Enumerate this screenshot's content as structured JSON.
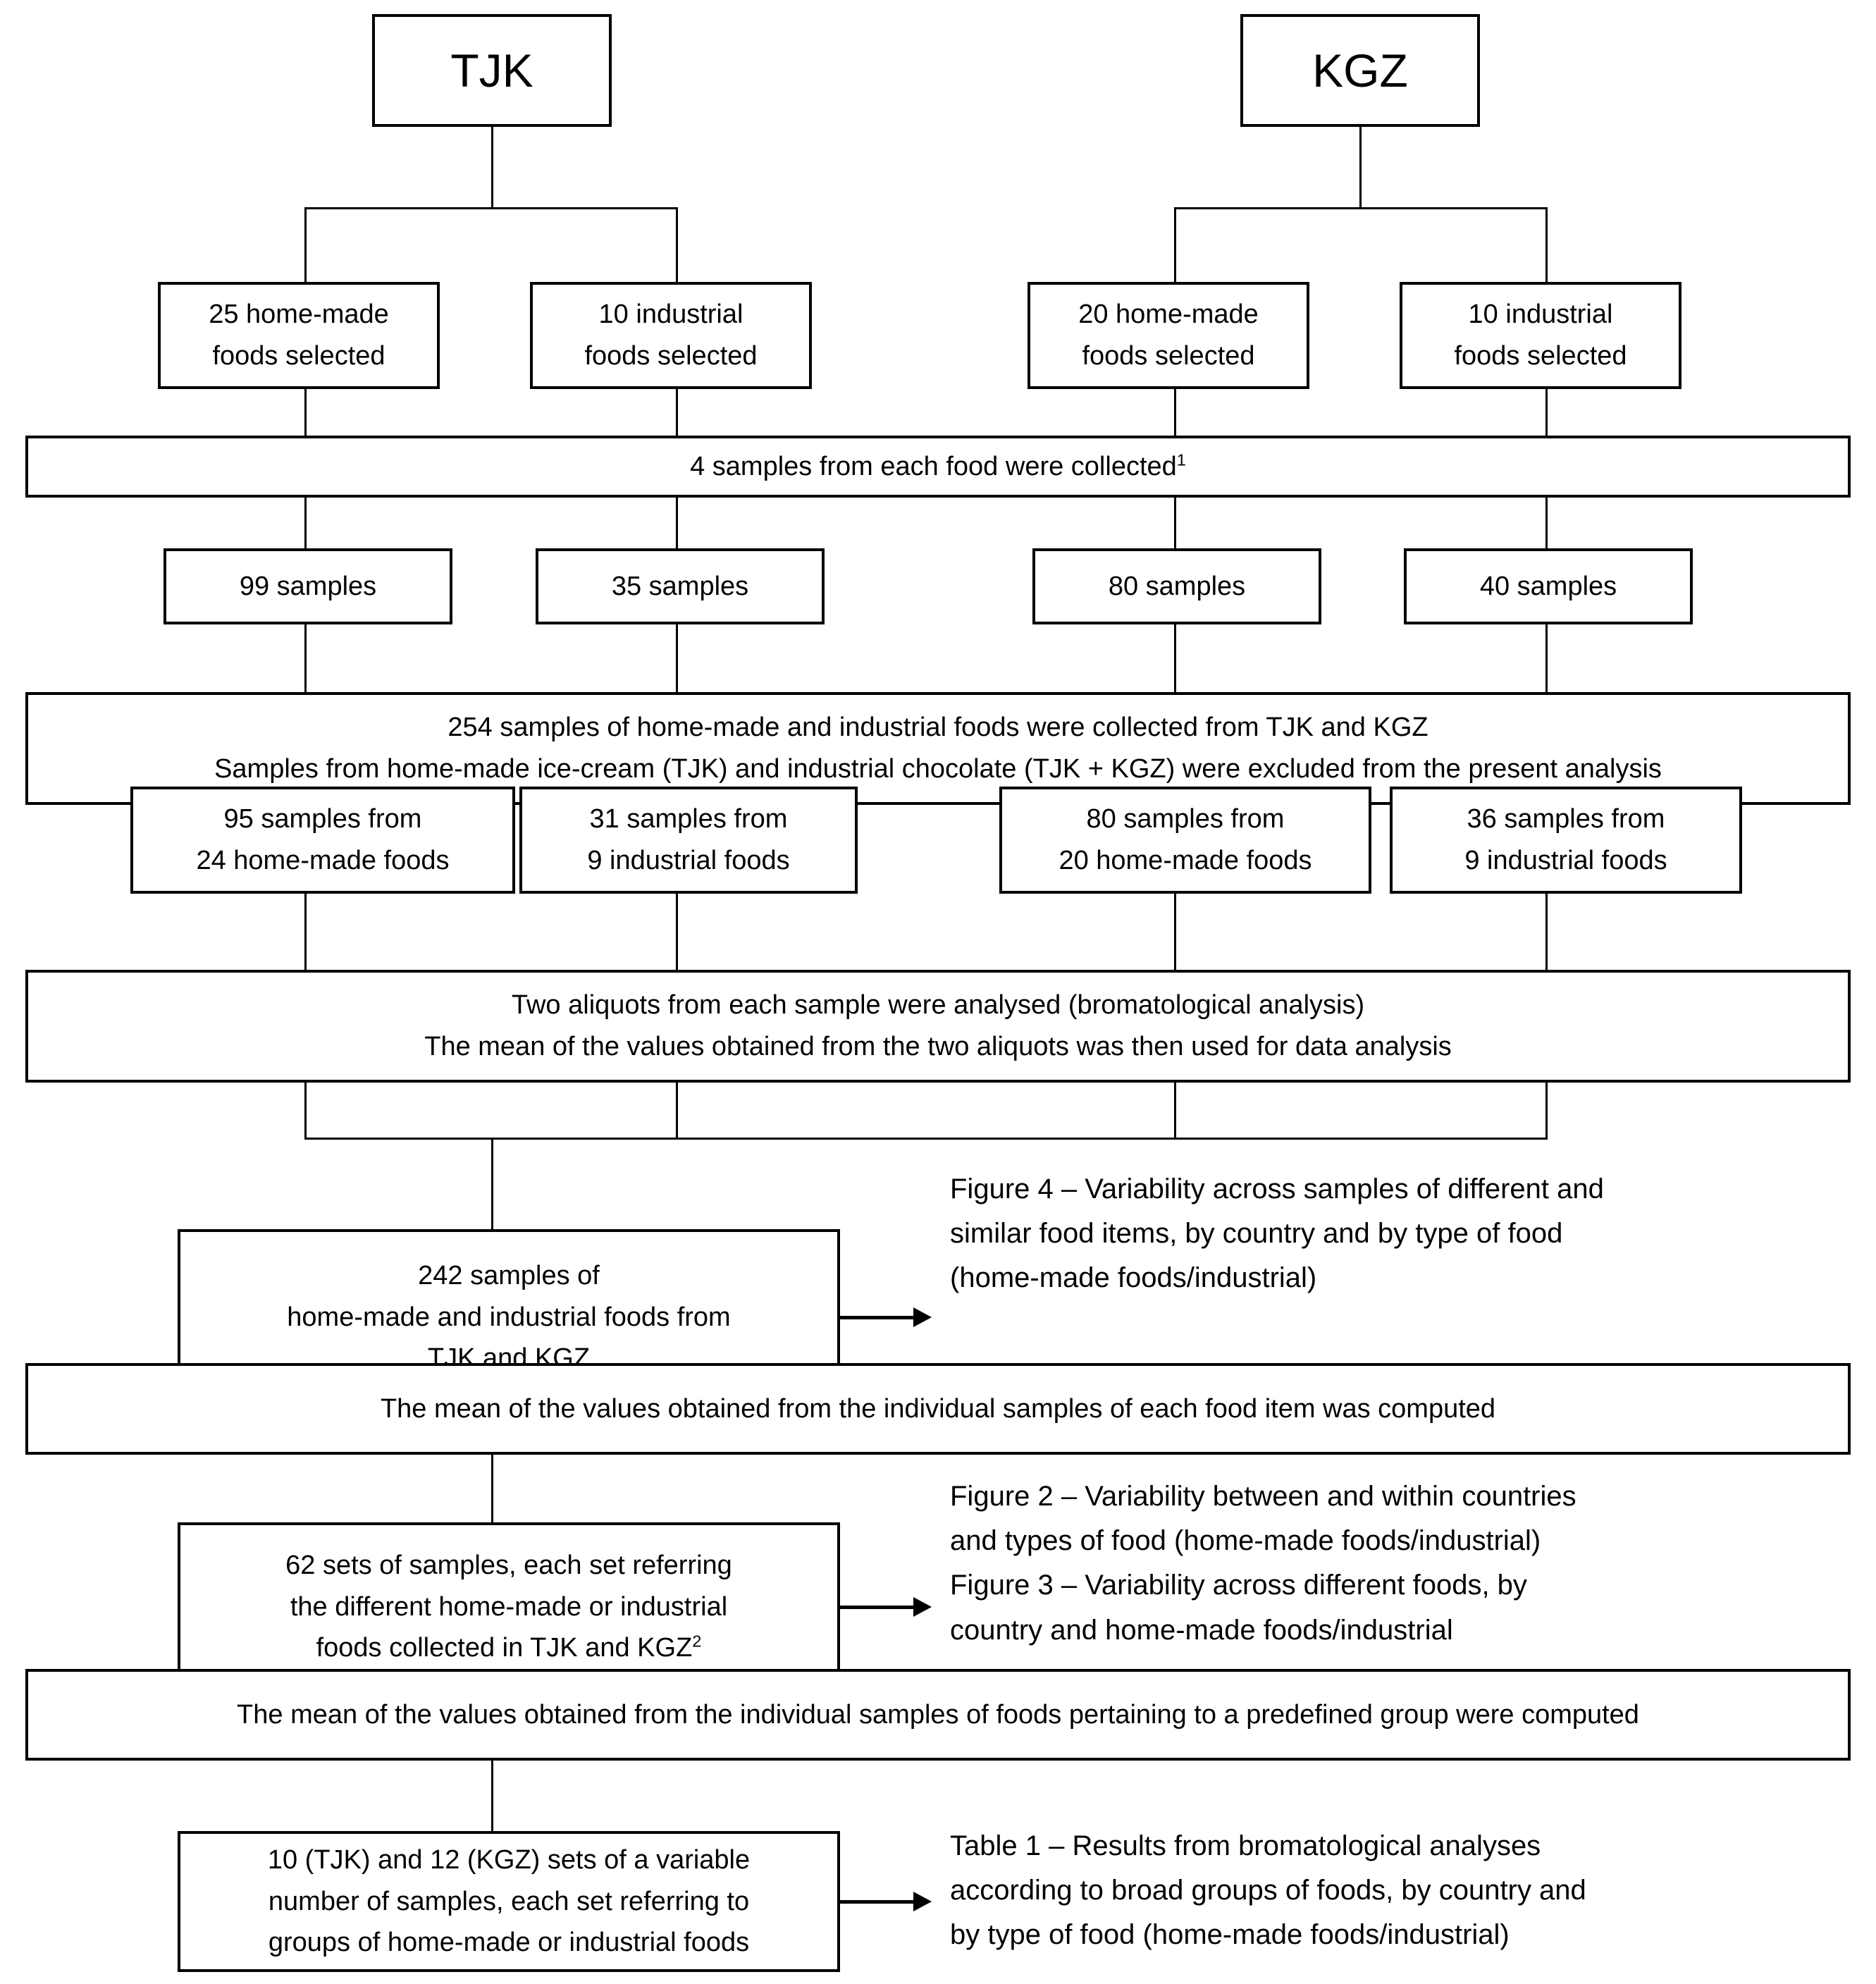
{
  "diagram": {
    "title": "Study sample flow diagram",
    "line_color": "#000000",
    "box_border_color": "#000000",
    "background_color": "#ffffff"
  },
  "country_nodes": {
    "tjk": "TJK",
    "kgz": "KGZ"
  },
  "selection_row": {
    "tjk_home": "25 home-made\nfoods selected",
    "tjk_home_l1": "25 home-made",
    "tjk_home_l2": "foods selected",
    "tjk_ind_l1": "10 industrial",
    "tjk_ind_l2": "foods selected",
    "kgz_home_l1": "20 home-made",
    "kgz_home_l2": "foods selected",
    "kgz_ind_l1": "10 industrial",
    "kgz_ind_l2": "foods selected"
  },
  "bar_collected": {
    "text": "4 samples from each food were collected",
    "superscript": "1"
  },
  "samples_row": {
    "tjk_home": "99 samples",
    "tjk_ind": "35 samples",
    "kgz_home": "80 samples",
    "kgz_ind": "40 samples"
  },
  "bar_254": {
    "line1": "254 samples of home-made and industrial foods were collected from TJK and KGZ",
    "line2": "Samples from home-made ice-cream (TJK) and industrial chocolate (TJK + KGZ) were excluded from the present analysis"
  },
  "retained_row": {
    "tjk_home_l1": "95 samples from",
    "tjk_home_l2": "24 home-made foods",
    "tjk_ind_l1": "31 samples from",
    "tjk_ind_l2": "9 industrial foods",
    "kgz_home_l1": "80 samples from",
    "kgz_home_l2": "20 home-made foods",
    "kgz_ind_l1": "36 samples from",
    "kgz_ind_l2": "9 industrial foods"
  },
  "bar_aliquots": {
    "line1": "Two aliquots from each sample were analysed (bromatological analysis)",
    "line2": "The mean of the values obtained from the two aliquots was then used for data analysis"
  },
  "box_242": {
    "line1": "242 samples of",
    "line2": "home-made and industrial foods from",
    "line3": "TJK and KGZ"
  },
  "note_figure4": {
    "line1": "Figure 4 – Variability across samples of different and",
    "line2": "similar food items, by country and by type of food",
    "line3": "(home-made foods/industrial)"
  },
  "bar_mean_item": {
    "text": "The mean of the values obtained from the individual samples of each food item was computed"
  },
  "box_62": {
    "line1": "62 sets of samples, each set referring",
    "line2": "the different home-made or industrial",
    "line3": "foods collected in TJK and KGZ",
    "superscript": "2"
  },
  "note_figure23": {
    "line1": "Figure 2 – Variability between and within countries",
    "line2": "and types of food (home-made foods/industrial)",
    "line3": "Figure 3 – Variability across different foods, by",
    "line4": "country and home-made foods/industrial"
  },
  "bar_mean_group": {
    "text": "The mean of the values obtained from the individual samples of foods pertaining to a predefined group were computed"
  },
  "box_groups": {
    "line1": "10 (TJK) and 12 (KGZ)  sets of a variable",
    "line2": "number of samples, each set referring to",
    "line3": "groups of home-made or industrial foods"
  },
  "note_table1": {
    "line1": "Table 1 – Results from bromatological analyses",
    "line2": "according to broad groups of foods, by country and",
    "line3": "by type of food (home-made foods/industrial)"
  }
}
